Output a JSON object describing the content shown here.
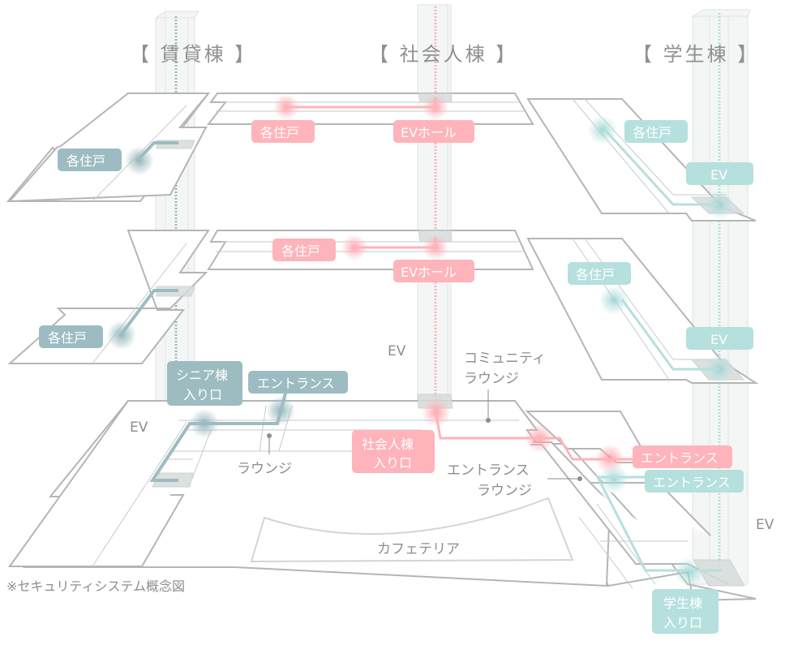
{
  "title_note": "※セキュリティシステム概念図",
  "colors": {
    "rental": "#9dbcc2",
    "social": "#ffb3ba",
    "student": "#b5e0de",
    "floor_line": "#b4b6b6",
    "text": "#8c8e8e"
  },
  "buildings": {
    "rental": {
      "heading": "【 賃貸棟 】",
      "labels": {
        "unit_upper": "各住戸",
        "unit_middle": "各住戸",
        "senior_entrance_line1": "シニア棟",
        "senior_entrance_line2": "入り口",
        "entrance": "エントランス",
        "ev": "EV"
      }
    },
    "social": {
      "heading": "【 社会人棟 】",
      "labels": {
        "unit_upper": "各住戸",
        "ev_hall_upper": "EVホール",
        "unit_middle": "各住戸",
        "ev_hall_middle": "EVホール",
        "entrance_line1": "社会人棟",
        "entrance_line2": "入り口",
        "entrance": "エントランス",
        "ev": "EV"
      }
    },
    "student": {
      "heading": "【 学生棟 】",
      "labels": {
        "unit_upper": "各住戸",
        "ev_upper": "EV",
        "unit_middle": "各住戸",
        "ev_middle": "EV",
        "entrance": "エントランス",
        "entrance_line1": "学生棟",
        "entrance_line2": "入り口",
        "ev": "EV"
      }
    }
  },
  "ground_floor": {
    "lounge": "ラウンジ",
    "community_lounge_line1": "コミュニティ",
    "community_lounge_line2": "ラウンジ",
    "entrance_lounge_line1": "エントランス",
    "entrance_lounge_line2": "ラウンジ",
    "cafeteria": "カフェテリア"
  }
}
